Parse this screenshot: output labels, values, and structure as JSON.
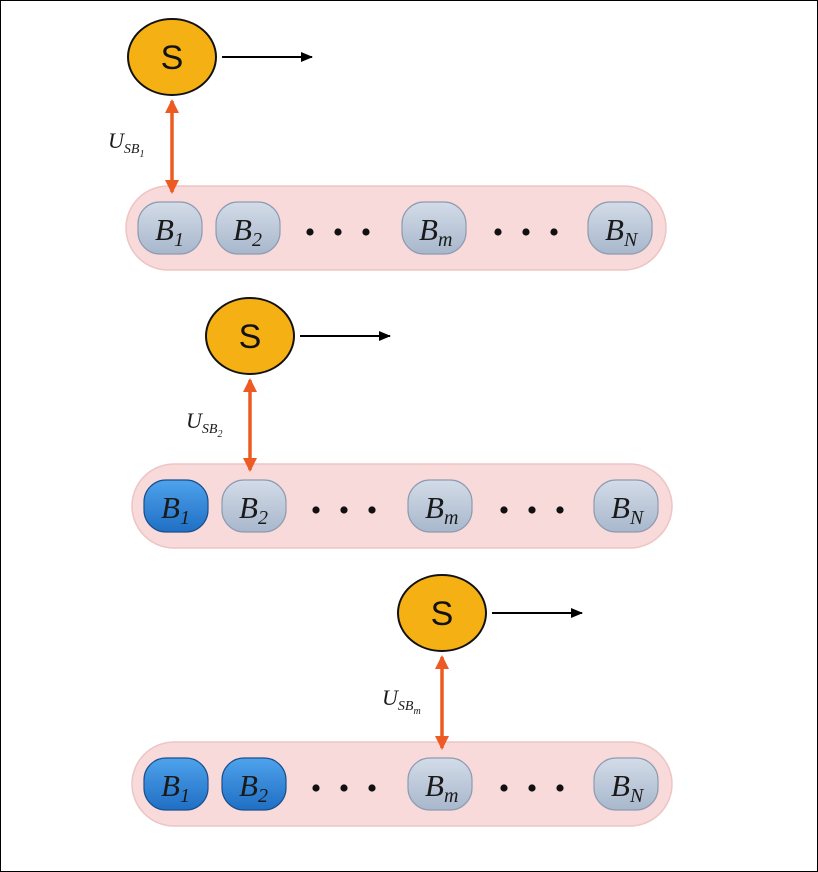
{
  "colors": {
    "system_fill": "#f5b014",
    "system_stroke": "#111111",
    "coupling_arrow": "#ee5a24",
    "motion_arrow": "#000000",
    "chain_band": "#f8dada",
    "chain_band_stroke": "#eec4c4",
    "bath_idle": "#b9c6d8",
    "bath_active": "#2f86d9"
  },
  "icons": {
    "motion": "arrow-right-icon",
    "coupling": "double-headed-arrow-icon"
  },
  "panels": [
    {
      "system_label": "S",
      "coupling": {
        "symbol": "U",
        "sub": "SB",
        "subsub": "1"
      },
      "interacting_index": 1,
      "baths": [
        {
          "label": "B",
          "sub": "1",
          "state": "idle"
        },
        {
          "label": "B",
          "sub": "2",
          "state": "idle"
        },
        {
          "label": "B",
          "sub": "m",
          "state": "idle"
        },
        {
          "label": "B",
          "sub": "N",
          "state": "idle"
        }
      ]
    },
    {
      "system_label": "S",
      "coupling": {
        "symbol": "U",
        "sub": "SB",
        "subsub": "2"
      },
      "interacting_index": 2,
      "baths": [
        {
          "label": "B",
          "sub": "1",
          "state": "active"
        },
        {
          "label": "B",
          "sub": "2",
          "state": "idle"
        },
        {
          "label": "B",
          "sub": "m",
          "state": "idle"
        },
        {
          "label": "B",
          "sub": "N",
          "state": "idle"
        }
      ]
    },
    {
      "system_label": "S",
      "coupling": {
        "symbol": "U",
        "sub": "SB",
        "subsub": "m"
      },
      "interacting_index": 3,
      "baths": [
        {
          "label": "B",
          "sub": "1",
          "state": "active"
        },
        {
          "label": "B",
          "sub": "2",
          "state": "active"
        },
        {
          "label": "B",
          "sub": "m",
          "state": "idle"
        },
        {
          "label": "B",
          "sub": "N",
          "state": "idle"
        }
      ]
    }
  ]
}
